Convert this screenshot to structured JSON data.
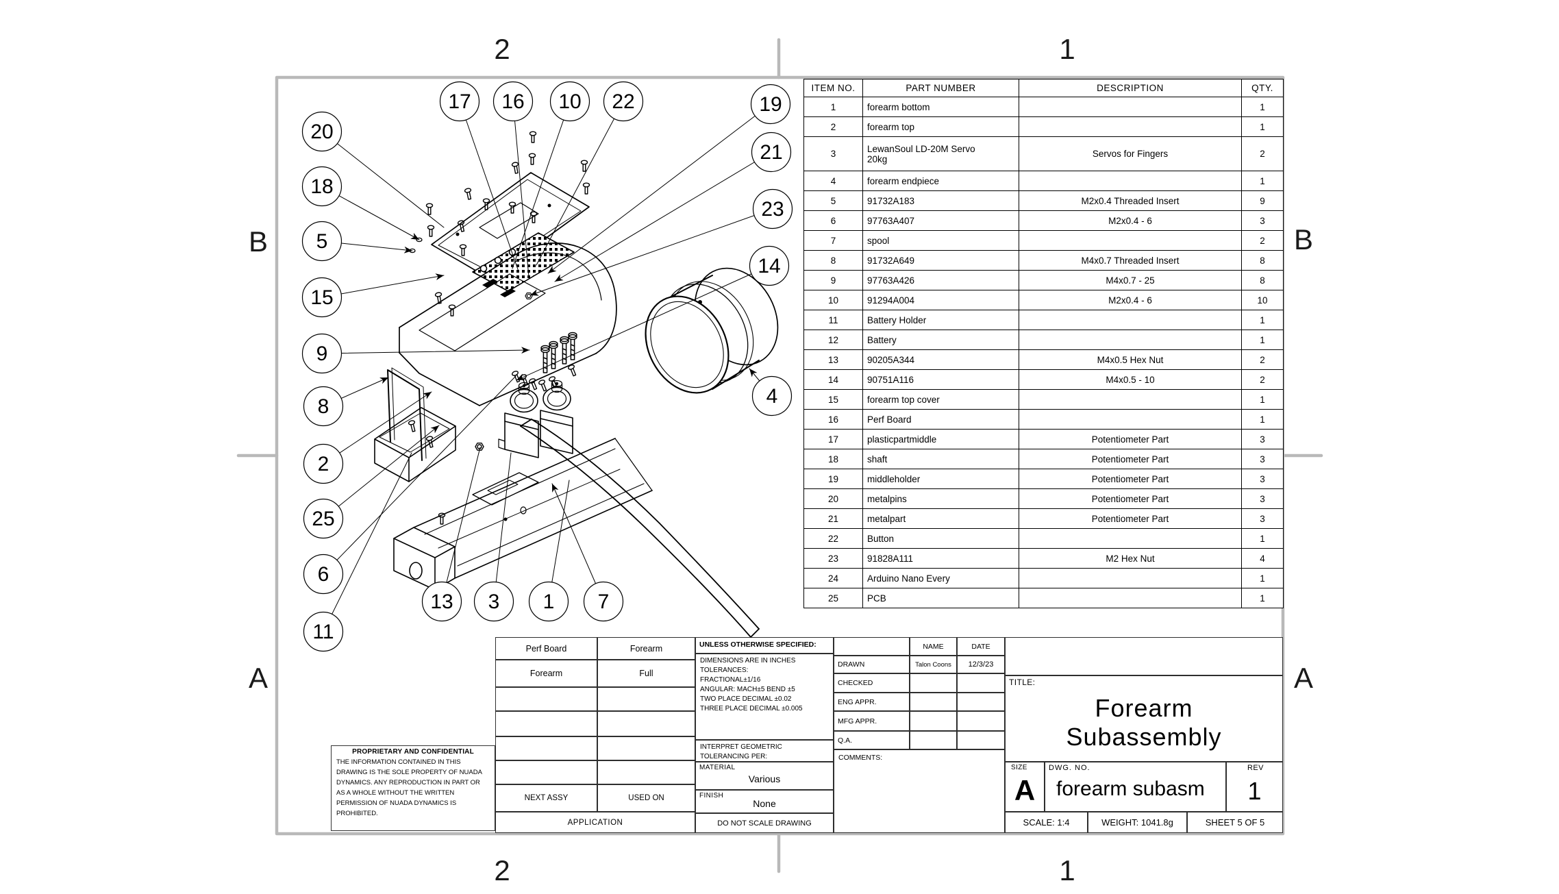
{
  "sheet": {
    "zones": {
      "top_left": "2",
      "top_right": "1",
      "bottom_left": "2",
      "bottom_right": "1",
      "left_upper": "B",
      "left_lower": "A",
      "right_upper": "B",
      "right_lower": "A"
    }
  },
  "bom": {
    "headers": [
      "ITEM NO.",
      "PART NUMBER",
      "DESCRIPTION",
      "QTY."
    ],
    "rows": [
      {
        "item": "1",
        "part": "forearm bottom",
        "desc": "",
        "qty": "1"
      },
      {
        "item": "2",
        "part": "forearm top",
        "desc": "",
        "qty": "1"
      },
      {
        "item": "3",
        "part": "LewanSoul LD-20M  Servo\n20kg",
        "desc": "Servos for Fingers",
        "qty": "2"
      },
      {
        "item": "4",
        "part": "forearm endpiece",
        "desc": "",
        "qty": "1"
      },
      {
        "item": "5",
        "part": "91732A183",
        "desc": "M2x0.4 Threaded Insert",
        "qty": "9"
      },
      {
        "item": "6",
        "part": "97763A407",
        "desc": "M2x0.4 - 6",
        "qty": "3"
      },
      {
        "item": "7",
        "part": "spool",
        "desc": "",
        "qty": "2"
      },
      {
        "item": "8",
        "part": "91732A649",
        "desc": "M4x0.7 Threaded Insert",
        "qty": "8"
      },
      {
        "item": "9",
        "part": "97763A426",
        "desc": "M4x0.7 - 25",
        "qty": "8"
      },
      {
        "item": "10",
        "part": "91294A004",
        "desc": "M2x0.4 - 6",
        "qty": "10"
      },
      {
        "item": "11",
        "part": "Battery Holder",
        "desc": "",
        "qty": "1"
      },
      {
        "item": "12",
        "part": "Battery",
        "desc": "",
        "qty": "1"
      },
      {
        "item": "13",
        "part": "90205A344",
        "desc": "M4x0.5 Hex Nut",
        "qty": "2"
      },
      {
        "item": "14",
        "part": "90751A116",
        "desc": "M4x0.5 - 10",
        "qty": "2"
      },
      {
        "item": "15",
        "part": "forearm top cover",
        "desc": "",
        "qty": "1"
      },
      {
        "item": "16",
        "part": "Perf Board",
        "desc": "",
        "qty": "1"
      },
      {
        "item": "17",
        "part": "plasticpartmiddle",
        "desc": "Potentiometer Part",
        "qty": "3"
      },
      {
        "item": "18",
        "part": "shaft",
        "desc": "Potentiometer Part",
        "qty": "3"
      },
      {
        "item": "19",
        "part": "middleholder",
        "desc": "Potentiometer Part",
        "qty": "3"
      },
      {
        "item": "20",
        "part": "metalpins",
        "desc": "Potentiometer Part",
        "qty": "3"
      },
      {
        "item": "21",
        "part": "metalpart",
        "desc": "Potentiometer Part",
        "qty": "3"
      },
      {
        "item": "22",
        "part": "Button",
        "desc": "",
        "qty": "1"
      },
      {
        "item": "23",
        "part": "91828A111",
        "desc": "M2 Hex Nut",
        "qty": "4"
      },
      {
        "item": "24",
        "part": "Arduino Nano Every",
        "desc": "",
        "qty": "1"
      },
      {
        "item": "25",
        "part": "PCB",
        "desc": "",
        "qty": "1"
      }
    ]
  },
  "title_block": {
    "application": {
      "row1_col1": "Perf Board",
      "row1_col2": "Forearm",
      "row2_col1": "Forearm",
      "row2_col2": "Full",
      "next_assy": "NEXT ASSY",
      "used_on": "USED ON",
      "application_label": "APPLICATION"
    },
    "tolerances": {
      "unless": "UNLESS OTHERWISE SPECIFIED:",
      "dims": "DIMENSIONS ARE IN INCHES\nTOLERANCES:\nFRACTIONAL±1/16\nANGULAR: MACH±5   BEND ±5\nTWO PLACE DECIMAL    ±0.02\nTHREE PLACE DECIMAL  ±0.005",
      "interpret": "INTERPRET GEOMETRIC\nTOLERANCING PER:",
      "material_label": "MATERIAL",
      "material_value": "Various",
      "finish_label": "FINISH",
      "finish_value": "None",
      "do_not_scale": "DO NOT SCALE DRAWING"
    },
    "approvals": {
      "name_header": "NAME",
      "date_header": "DATE",
      "drawn_label": "DRAWN",
      "drawn_name": "Talon Coons",
      "drawn_date": "12/3/23",
      "checked_label": "CHECKED",
      "eng_label": "ENG APPR.",
      "mfg_label": "MFG APPR.",
      "qa_label": "Q.A.",
      "comments_label": "COMMENTS:"
    },
    "title": {
      "label": "TITLE:",
      "line1": "Forearm",
      "line2": "Subassembly"
    },
    "size": {
      "label": "SIZE",
      "value": "A"
    },
    "dwg": {
      "label": "DWG. NO.",
      "value": "forearm subasm"
    },
    "rev": {
      "label": "REV",
      "value": "1"
    },
    "scale": "SCALE: 1:4",
    "weight": "WEIGHT: 1041.8g",
    "sheet": "SHEET 5 OF 5"
  },
  "proprietary": {
    "heading": "PROPRIETARY AND CONFIDENTIAL",
    "body": "THE INFORMATION CONTAINED IN THIS DRAWING IS THE SOLE PROPERTY OF NUADA DYNAMICS.  ANY REPRODUCTION IN PART OR AS A WHOLE WITHOUT THE WRITTEN PERMISSION OF NUADA DYNAMICS IS PROHIBITED."
  },
  "drawing": {
    "balloons": [
      {
        "n": "20"
      },
      {
        "n": "18"
      },
      {
        "n": "5"
      },
      {
        "n": "15"
      },
      {
        "n": "9"
      },
      {
        "n": "8"
      },
      {
        "n": "2"
      },
      {
        "n": "25"
      },
      {
        "n": "6"
      },
      {
        "n": "11"
      },
      {
        "n": "17"
      },
      {
        "n": "16"
      },
      {
        "n": "10"
      },
      {
        "n": "22"
      },
      {
        "n": "19"
      },
      {
        "n": "21"
      },
      {
        "n": "23"
      },
      {
        "n": "14"
      },
      {
        "n": "4"
      },
      {
        "n": "13"
      },
      {
        "n": "3"
      },
      {
        "n": "1"
      },
      {
        "n": "7"
      }
    ],
    "accent_color": "#000000",
    "frame_color": "#b9b9b9"
  }
}
